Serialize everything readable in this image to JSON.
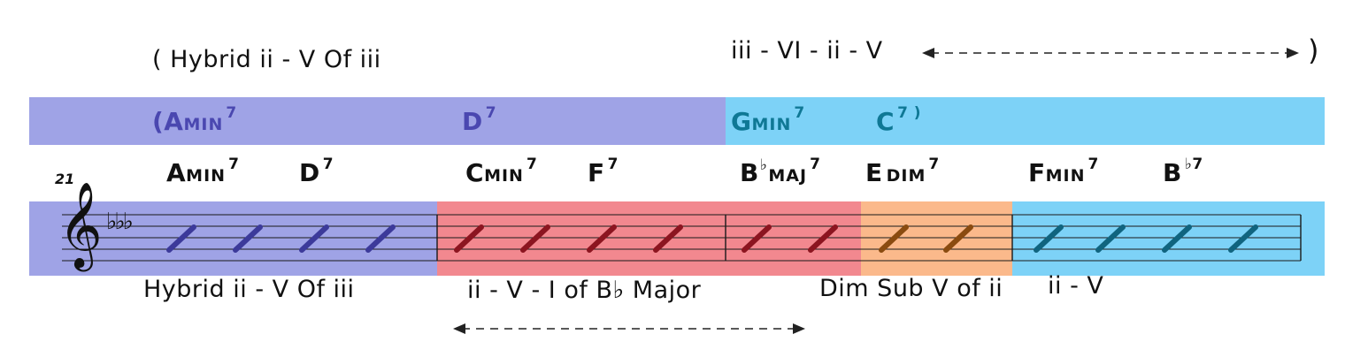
{
  "top_annotation": {
    "left_text": "( Hybrid ii - V   Of iii",
    "right_text": "iii - VI - ii - V",
    "closing_paren": ")"
  },
  "substitution_row": {
    "chords": [
      {
        "root": "(A",
        "quality": "MIN",
        "ext": "7",
        "accidental": ""
      },
      {
        "root": "D",
        "quality": "",
        "ext": "7",
        "accidental": ""
      },
      {
        "root": "G",
        "quality": "MIN",
        "ext": "7",
        "accidental": ""
      },
      {
        "root": "C",
        "quality": "",
        "ext": "7 )",
        "accidental": ""
      }
    ],
    "colors": {
      "left": "#9fa3e6",
      "right": "#7dd2f7",
      "left_text": "#4a47b0",
      "right_text": "#0f7895"
    }
  },
  "measure_number": "21",
  "chord_row": [
    {
      "root": "A",
      "quality": "MIN",
      "ext": "7",
      "accidental": ""
    },
    {
      "root": "D",
      "quality": "",
      "ext": "7",
      "accidental": ""
    },
    {
      "root": "C",
      "quality": "MIN",
      "ext": "7",
      "accidental": ""
    },
    {
      "root": "F",
      "quality": "",
      "ext": "7",
      "accidental": ""
    },
    {
      "root": "B",
      "quality": "MAJ",
      "ext": "7",
      "accidental": "♭"
    },
    {
      "root": "E",
      "quality": "DIM",
      "ext": "7",
      "accidental": ""
    },
    {
      "root": "F",
      "quality": "MIN",
      "ext": "7",
      "accidental": ""
    },
    {
      "root": "B",
      "quality": "",
      "ext": "7",
      "accidental": "♭"
    }
  ],
  "staff": {
    "clef": "𝄞",
    "key_signature": "♭ ♭ ♭",
    "section_colors": [
      "#9fa3e6",
      "#f2888f",
      "#fbb98b",
      "#7dd2f7"
    ],
    "slash_colors": [
      "#3c3a9a",
      "#8c1520",
      "#8a4b10",
      "#10647f"
    ]
  },
  "bottom_annotations": {
    "hybrid": "Hybrid ii - V  Of iii",
    "two_five_one": "ii - V - I of B♭ Major",
    "dim_sub": "Dim Sub V of ii",
    "two_five": "ii - V"
  }
}
